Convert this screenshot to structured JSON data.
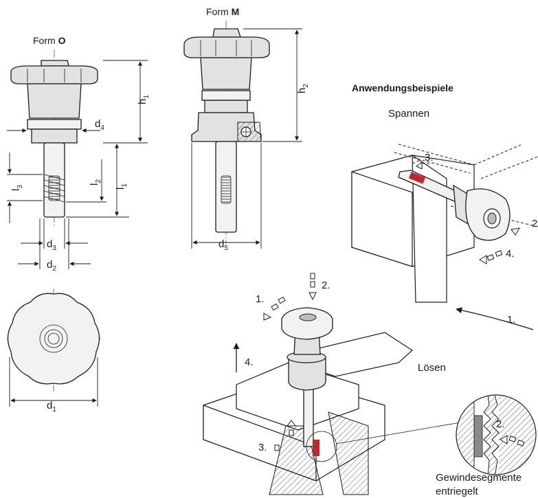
{
  "form_o": {
    "prefix": "Form ",
    "letter": "O"
  },
  "form_m": {
    "prefix": "Form ",
    "letter": "M"
  },
  "dims": {
    "h1": {
      "base": "h",
      "sub": "1"
    },
    "h2": {
      "base": "h",
      "sub": "2"
    },
    "d1": {
      "base": "d",
      "sub": "1"
    },
    "d2": {
      "base": "d",
      "sub": "2"
    },
    "d3": {
      "base": "d",
      "sub": "3"
    },
    "d4": {
      "base": "d",
      "sub": "4"
    },
    "d5": {
      "base": "d",
      "sub": "5"
    },
    "l1": {
      "base": "l",
      "sub": "1"
    },
    "l2": {
      "base": "l",
      "sub": "2"
    },
    "l3": {
      "base": "l",
      "sub": "3"
    }
  },
  "examples": {
    "heading": "Anwendungsbeispiele",
    "clamping": "Spannen",
    "releasing": "Lösen",
    "segment_note_line1": "Gewindesegmente",
    "segment_note_line2": "entriegelt"
  },
  "steps": {
    "clamp": [
      "1.",
      "2.",
      "3.",
      "4."
    ],
    "release": [
      "1.",
      "2.",
      "3.",
      "4."
    ],
    "detail": "2."
  }
}
